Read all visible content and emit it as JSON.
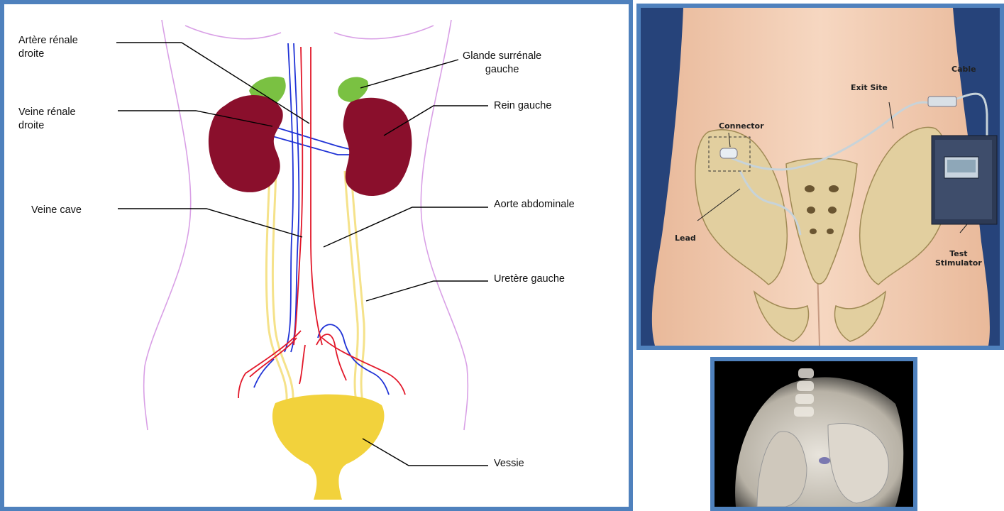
{
  "anatomy": {
    "labels": {
      "arteria_renal": "Artère rénale\ndroite",
      "glande": "Glande surrénale\ngauche",
      "veine_renale": "Veine rénale\ndroite",
      "rein": "Rein gauche",
      "veine_cave": "Veine cave",
      "aorte": "Aorte abdominale",
      "uretere": "Uretère gauche",
      "vessie": "Vessie"
    },
    "colors": {
      "kidney": "#8a0f2c",
      "adrenal": "#7ac142",
      "bladder": "#f2d23c",
      "vein": "#2033d6",
      "artery": "#e2182a",
      "ureter": "#f5e28a",
      "body_outline": "#d9a0e6",
      "frame": "#4f81bd"
    }
  },
  "stimulator": {
    "labels": {
      "exit_site": "Exit Site",
      "cable": "Cable",
      "connector": "Connector",
      "lead": "Lead",
      "test_stimulator": "Test\nStimulator"
    }
  }
}
